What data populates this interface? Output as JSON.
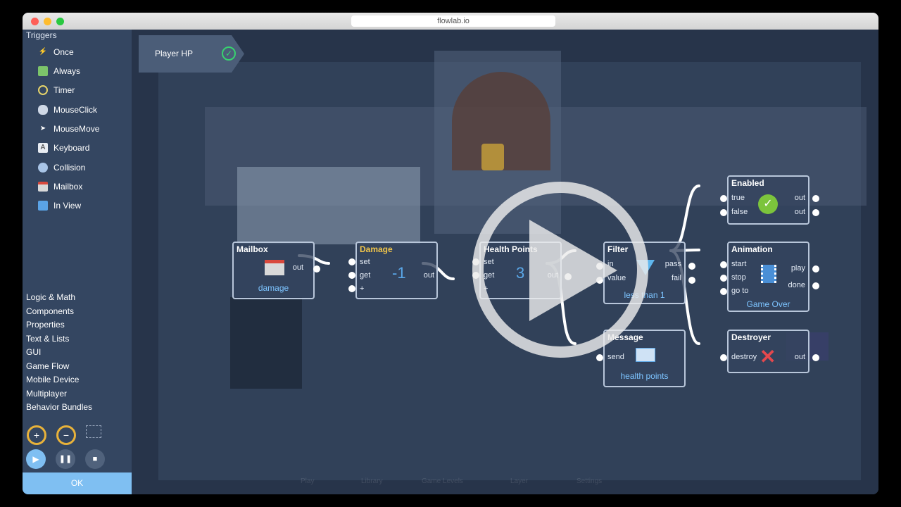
{
  "browser": {
    "url": "flowlab.io"
  },
  "sidebar": {
    "heading": "Triggers",
    "triggers": [
      {
        "label": "Once",
        "icon": "lightning-icon"
      },
      {
        "label": "Always",
        "icon": "battery-icon"
      },
      {
        "label": "Timer",
        "icon": "alarm-clock-icon"
      },
      {
        "label": "MouseClick",
        "icon": "mouse-icon"
      },
      {
        "label": "MouseMove",
        "icon": "cursor-icon"
      },
      {
        "label": "Keyboard",
        "icon": "keyboard-key-icon"
      },
      {
        "label": "Collision",
        "icon": "collision-icon"
      },
      {
        "label": "Mailbox",
        "icon": "mailbox-icon"
      },
      {
        "label": "In View",
        "icon": "screen-icon"
      }
    ],
    "categories": [
      "Logic & Math",
      "Components",
      "Properties",
      "Text & Lists",
      "GUI",
      "Game Flow",
      "Mobile Device",
      "Multiplayer",
      "Behavior Bundles"
    ],
    "ok_label": "OK"
  },
  "tab": {
    "label": "Player HP"
  },
  "nodes": {
    "mailbox": {
      "title": "Mailbox",
      "out": "out",
      "sub": "damage"
    },
    "damage": {
      "title": "Damage",
      "set": "set",
      "get": "get",
      "plus": "+",
      "out": "out",
      "value": "-1"
    },
    "health": {
      "title": "Health Points",
      "set": "set",
      "get": "get",
      "plus": "+",
      "out": "out",
      "value": "3"
    },
    "filter": {
      "title": "Filter",
      "in": "in",
      "value_port": "value",
      "pass": "pass",
      "fail": "fail",
      "sub": "less than 1"
    },
    "enabled": {
      "title": "Enabled",
      "true_port": "true",
      "false_port": "false",
      "out1": "out",
      "out2": "out"
    },
    "animation": {
      "title": "Animation",
      "start": "start",
      "stop": "stop",
      "goto": "go to",
      "play": "play",
      "done": "done",
      "sub": "Game Over"
    },
    "message": {
      "title": "Message",
      "send": "send",
      "sub": "health points"
    },
    "destroyer": {
      "title": "Destroyer",
      "destroy": "destroy",
      "out": "out"
    }
  },
  "bottom_bar": [
    "Play",
    "Library",
    "Game Levels",
    "Layer",
    "Settings"
  ],
  "colors": {
    "accent": "#7fbff2",
    "wire": "#ffffff",
    "check": "#38d36f",
    "destroy": "#e5484d"
  }
}
